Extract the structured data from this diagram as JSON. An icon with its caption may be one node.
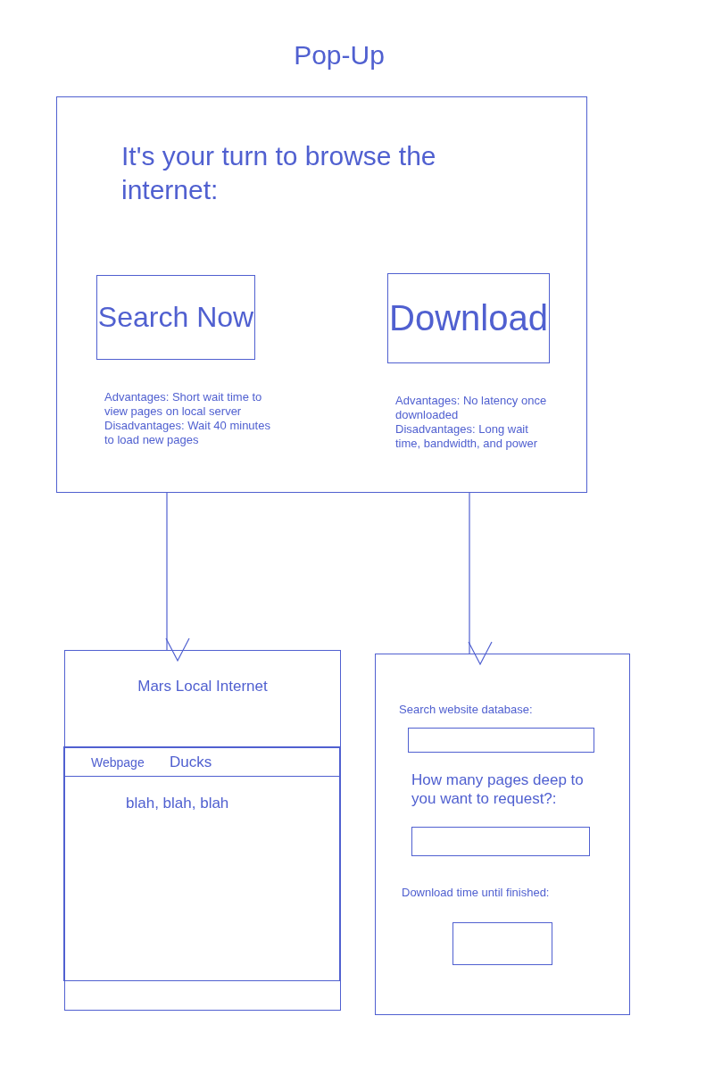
{
  "diagram": {
    "title": "Pop-Up",
    "nodes": [
      {
        "text": [
          "It's your turn to browse the internet:"
        ]
      },
      {
        "text": [
          "Search Now"
        ],
        "in": 0,
        "beside": [
          "Advantages: Short wait time to view pages on local server",
          "Disadvantages: Wait 40 minutes to load new pages"
        ]
      },
      {
        "text": [
          "Download"
        ],
        "in": 0,
        "beside": [
          "Advantages: No latency once downloaded",
          "Disadvantages: Long wait time, bandwidth, and power"
        ]
      },
      {
        "text": [
          "Mars Local Internet"
        ]
      },
      {
        "text": [
          "blah, blah, blah"
        ],
        "in": 3
      },
      {
        "text": [
          "Webpage",
          "Ducks"
        ],
        "in": 4
      },
      {
        "text": [
          "Search website database:",
          "How many pages deep to you want to request?:",
          "Download time until finished:"
        ]
      },
      {
        "text": [],
        "shape": "box",
        "in": 6
      },
      {
        "text": [],
        "shape": "box",
        "in": 6
      },
      {
        "text": [],
        "shape": "box",
        "in": 6
      }
    ],
    "edges": [
      {
        "from": 0,
        "to": 3,
        "arrow": "to"
      },
      {
        "from": 0,
        "to": 6,
        "arrow": "to"
      }
    ]
  }
}
